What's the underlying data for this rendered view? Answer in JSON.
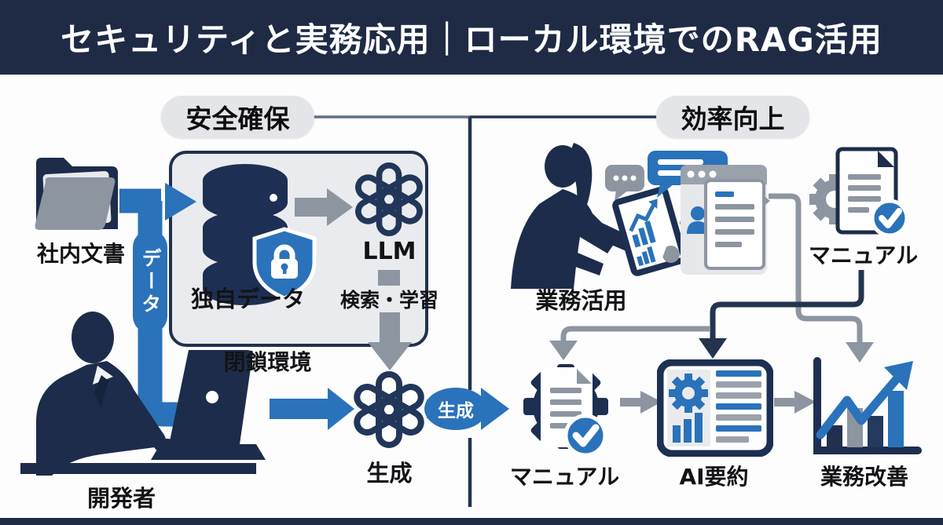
{
  "header": {
    "title": "セキュリティと実務応用｜ローカル環境でのRAG活用"
  },
  "sections": {
    "safety": "安全確保",
    "efficiency": "効率向上"
  },
  "safety": {
    "folder": "社内文書",
    "pipe": "データ",
    "database": "独自データ",
    "closed_env": "閉鎖環境",
    "llm": "LLM",
    "search_learn": "検索・学習",
    "generate_node": "生成",
    "developer": "開発者",
    "generate_arrow": "生成"
  },
  "efficiency": {
    "usage": "業務活用",
    "manual_top": "マニュアル",
    "manual_bottom": "マニュアル",
    "ai_summary": "AI要約",
    "improvement": "業務改善"
  },
  "colors": {
    "banner": "#1f2a45",
    "navy": "#1d2f52",
    "blue": "#2a72ba",
    "gray": "#8d95a0"
  }
}
